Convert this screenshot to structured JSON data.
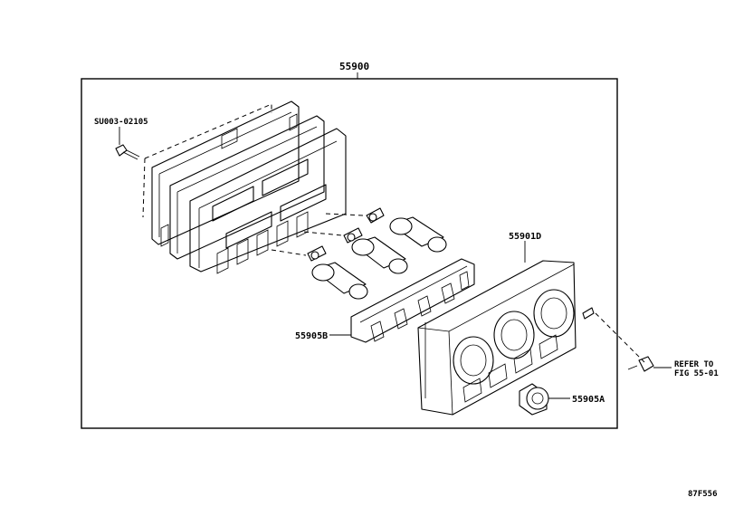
{
  "callouts": {
    "assembly": "55900",
    "screw_top": "SU003-02105",
    "panel": "55901D",
    "bracket": "55905B",
    "knob": "55905A",
    "refer_line1": "REFER TO",
    "refer_line2": "FIG 55-01"
  },
  "figure_id": "87F556"
}
